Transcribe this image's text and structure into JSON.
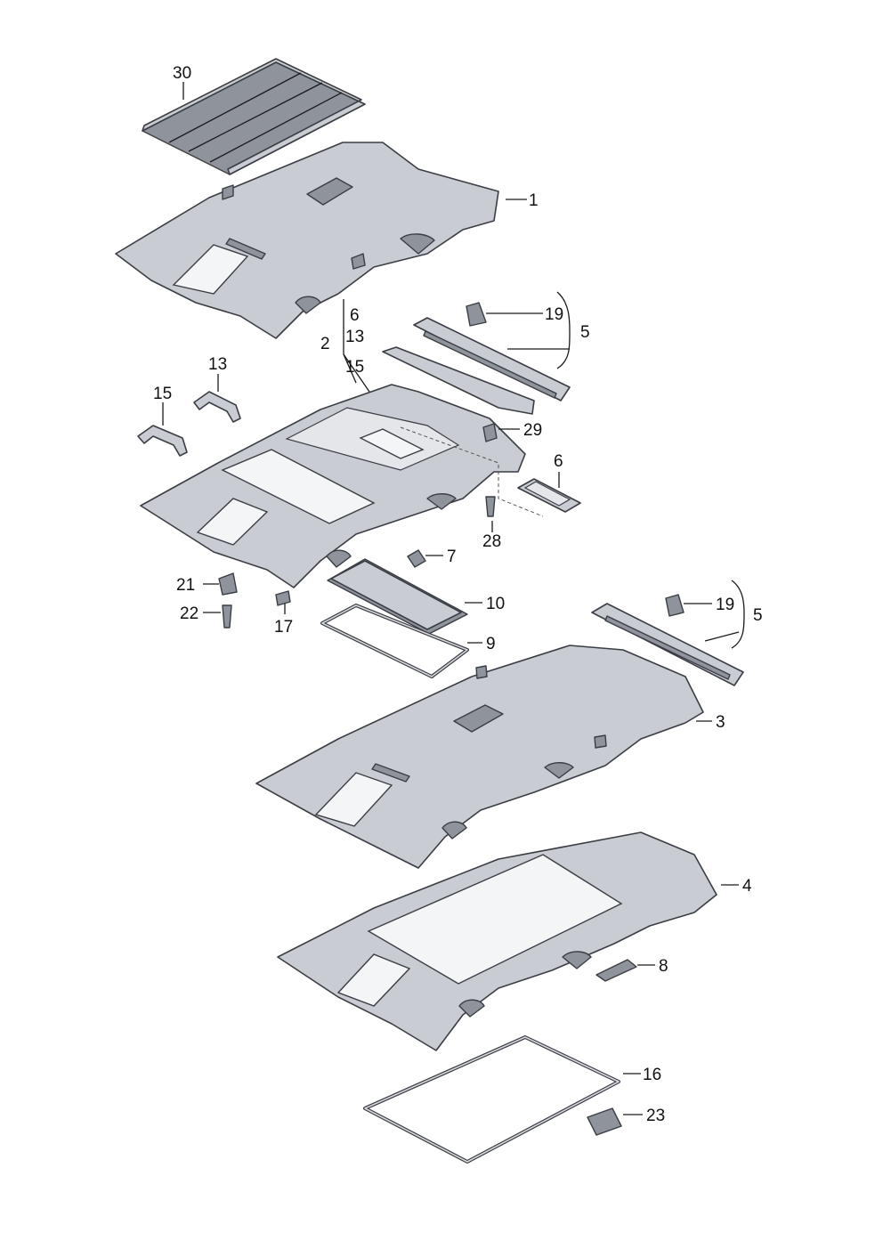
{
  "callouts": {
    "c30": "30",
    "c1": "1",
    "c6a": "6",
    "c2": "2",
    "c13a": "13",
    "c15a": "15",
    "c19a": "19",
    "c5a": "5",
    "c13b": "13",
    "c15b": "15",
    "c29": "29",
    "c6b": "6",
    "c28": "28",
    "c7": "7",
    "c21": "21",
    "c22": "22",
    "c17": "17",
    "c10": "10",
    "c9": "9",
    "c19b": "19",
    "c5b": "5",
    "c3": "3",
    "c4": "4",
    "c8": "8",
    "c16": "16",
    "c23": "23"
  }
}
